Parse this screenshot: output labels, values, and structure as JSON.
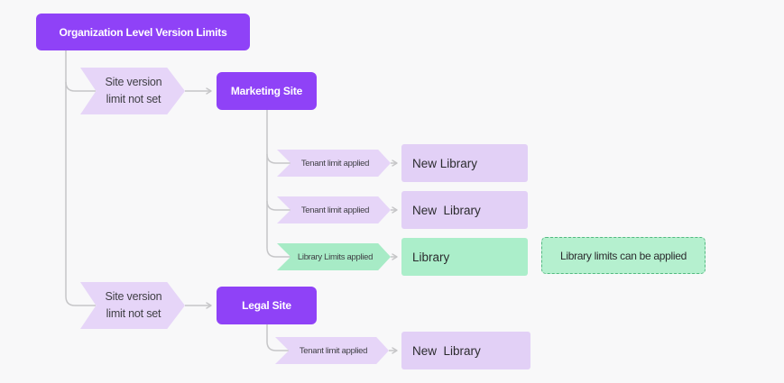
{
  "colors": {
    "bg": "#F8F8F9",
    "node-purple": "#8F42F7",
    "node-purple-text": "#FFFFFF",
    "chevron-purple": "#E6D5F8",
    "box-purple": "#E2D0F6",
    "chevron-green": "#A7EBC6",
    "box-green": "#ABEECA",
    "note-fill": "#B5F0CF",
    "note-border": "#54B981",
    "connector": "#C6C6C8",
    "text-dark": "#2B2B2E",
    "edge-text": "#3F3F44"
  },
  "diagram": {
    "root": {
      "label": "Organization Level Version Limits"
    },
    "branches": [
      {
        "edge_label": "Site version\nlimit not set",
        "site_label": "Marketing Site",
        "children": [
          {
            "edge_label": "Tenant limit applied",
            "node_label": "New Library"
          },
          {
            "edge_label": "Tenant limit applied",
            "node_label": "New  Library"
          },
          {
            "edge_label": "Library Limits applied",
            "node_label": "Library"
          }
        ]
      },
      {
        "edge_label": "Site version\nlimit not set",
        "site_label": "Legal Site",
        "children": [
          {
            "edge_label": "Tenant limit applied",
            "node_label": "New  Library"
          }
        ]
      }
    ],
    "note": {
      "label": "Library limits can be applied"
    }
  }
}
